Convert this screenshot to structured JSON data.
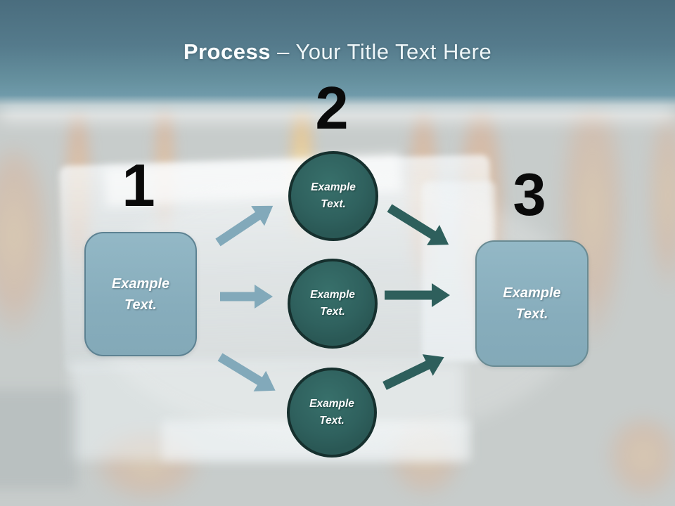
{
  "slide_title": {
    "bold": "Process",
    "rest": "– Your Title Text Here"
  },
  "steps": [
    {
      "number": "1",
      "label": "Example Text."
    },
    {
      "number": "2"
    },
    {
      "number": "3",
      "label": "Example Text."
    }
  ],
  "circles": [
    "Example Text.",
    "Example Text.",
    "Example Text."
  ],
  "colors": {
    "header_gradient_top": "#4a6d7e",
    "header_gradient_bottom": "#6f9aaa",
    "title_text": "#fbfeff",
    "number_text": "#0a0a0a",
    "box_fill": "#8ab0bf",
    "box_border": "#5d8292",
    "circle_fill": "#2f615e",
    "circle_border": "#16302e",
    "arrow_light": "#82a9ba",
    "arrow_dark": "#2e5f5c",
    "background_base": "#c7cccb",
    "flame_accent": "#f2a97e"
  }
}
